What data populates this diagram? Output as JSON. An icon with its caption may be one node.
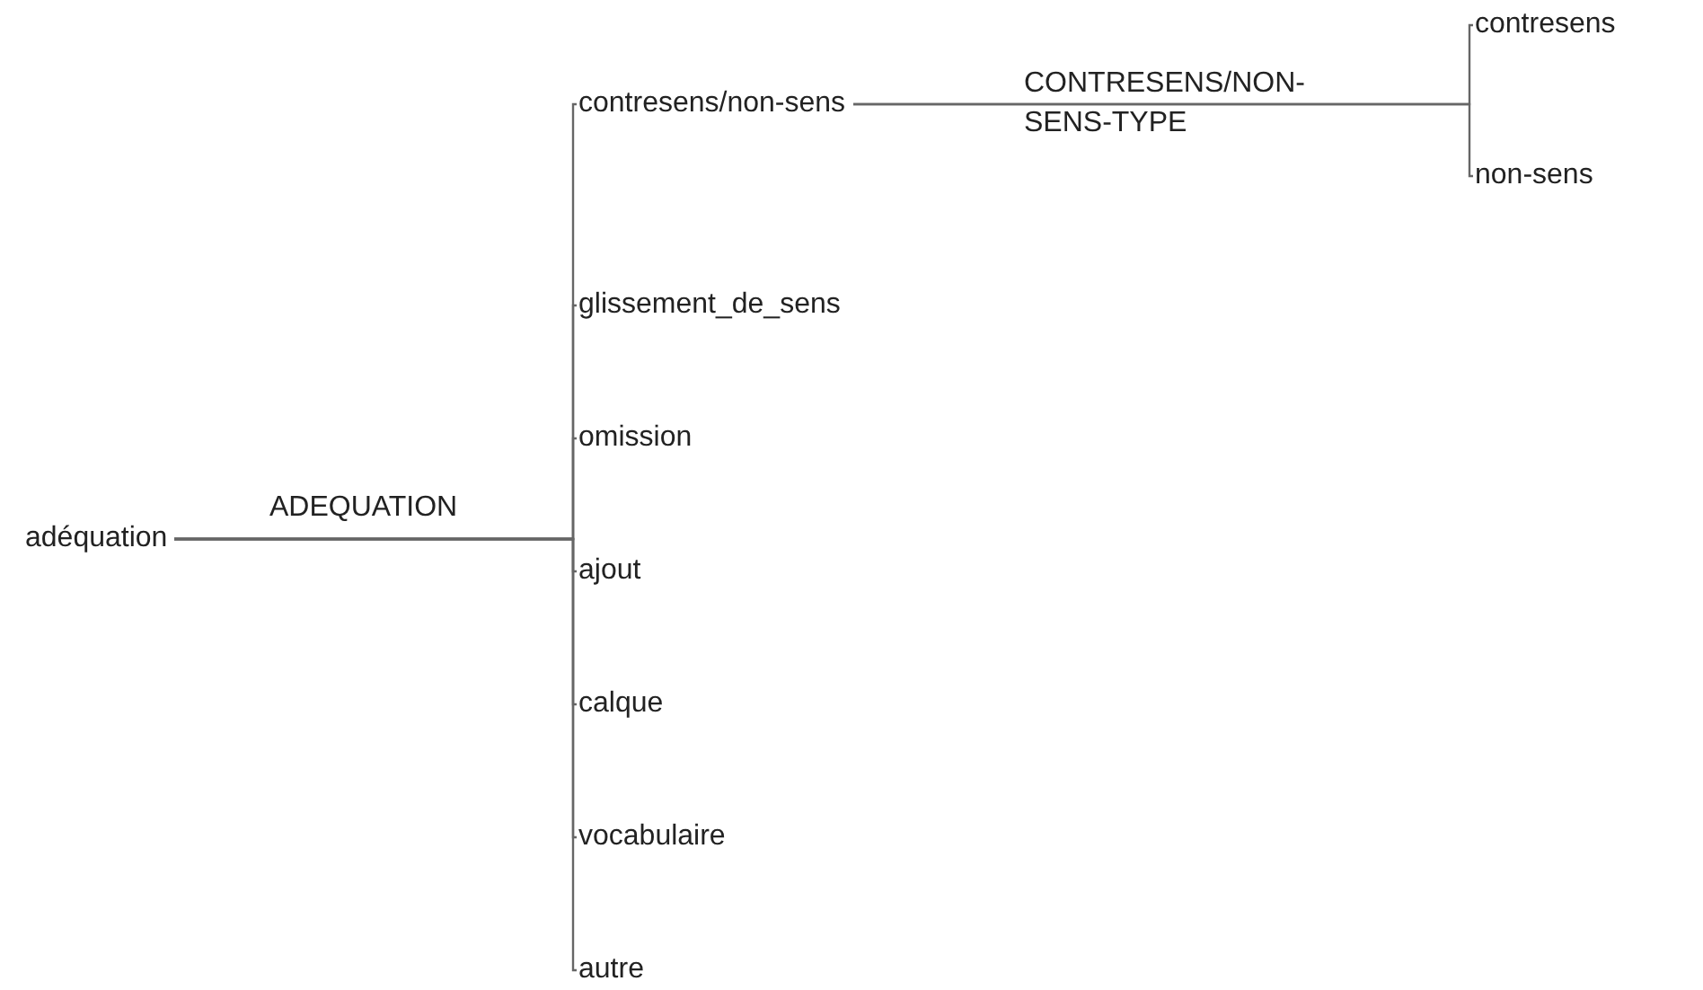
{
  "diagram": {
    "nodes": [
      {
        "text": [
          "adéquation"
        ]
      },
      {
        "text": [
          "contresens/non-sens"
        ]
      },
      {
        "text": [
          "glissement_de_sens"
        ]
      },
      {
        "text": [
          "omission"
        ]
      },
      {
        "text": [
          "ajout"
        ]
      },
      {
        "text": [
          "calque"
        ]
      },
      {
        "text": [
          "vocabulaire"
        ]
      },
      {
        "text": [
          "autre"
        ]
      },
      {
        "text": [
          "contresens"
        ]
      },
      {
        "text": [
          "non-sens"
        ]
      }
    ],
    "edges": [
      {
        "from": 0,
        "to": 1,
        "arrow": "none",
        "label": "ADEQUATION"
      },
      {
        "from": 0,
        "to": 2,
        "arrow": "none"
      },
      {
        "from": 0,
        "to": 3,
        "arrow": "none"
      },
      {
        "from": 0,
        "to": 4,
        "arrow": "none"
      },
      {
        "from": 0,
        "to": 5,
        "arrow": "none"
      },
      {
        "from": 0,
        "to": 6,
        "arrow": "none"
      },
      {
        "from": 0,
        "to": 7,
        "arrow": "none"
      },
      {
        "from": 1,
        "to": 8,
        "arrow": "none",
        "label": "CONTRESENS/NON-SENS-TYPE"
      },
      {
        "from": 1,
        "to": 9,
        "arrow": "none"
      }
    ]
  }
}
